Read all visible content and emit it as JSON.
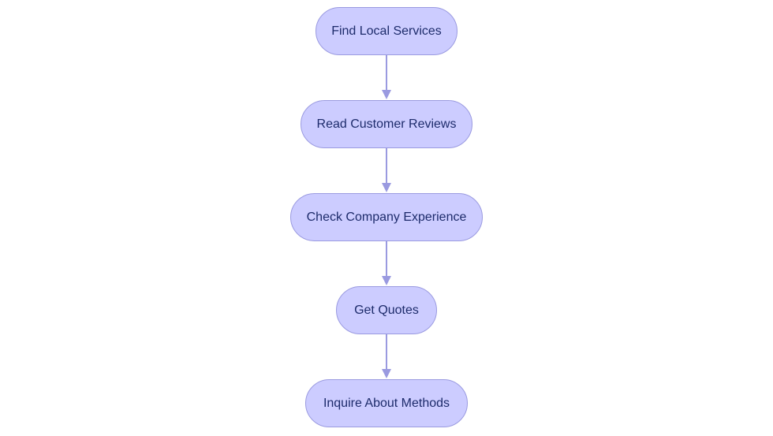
{
  "colors": {
    "node_fill": "#ccccff",
    "node_border": "#9a9ae0",
    "node_text": "#1d2b6b",
    "edge": "#9a9ae0"
  },
  "nodes": [
    {
      "label": "Find Local Services"
    },
    {
      "label": "Read Customer Reviews"
    },
    {
      "label": "Check Company Experience"
    },
    {
      "label": "Get Quotes"
    },
    {
      "label": "Inquire About Methods"
    }
  ],
  "edges": [
    {
      "from": 0,
      "to": 1
    },
    {
      "from": 1,
      "to": 2
    },
    {
      "from": 2,
      "to": 3
    },
    {
      "from": 3,
      "to": 4
    }
  ]
}
